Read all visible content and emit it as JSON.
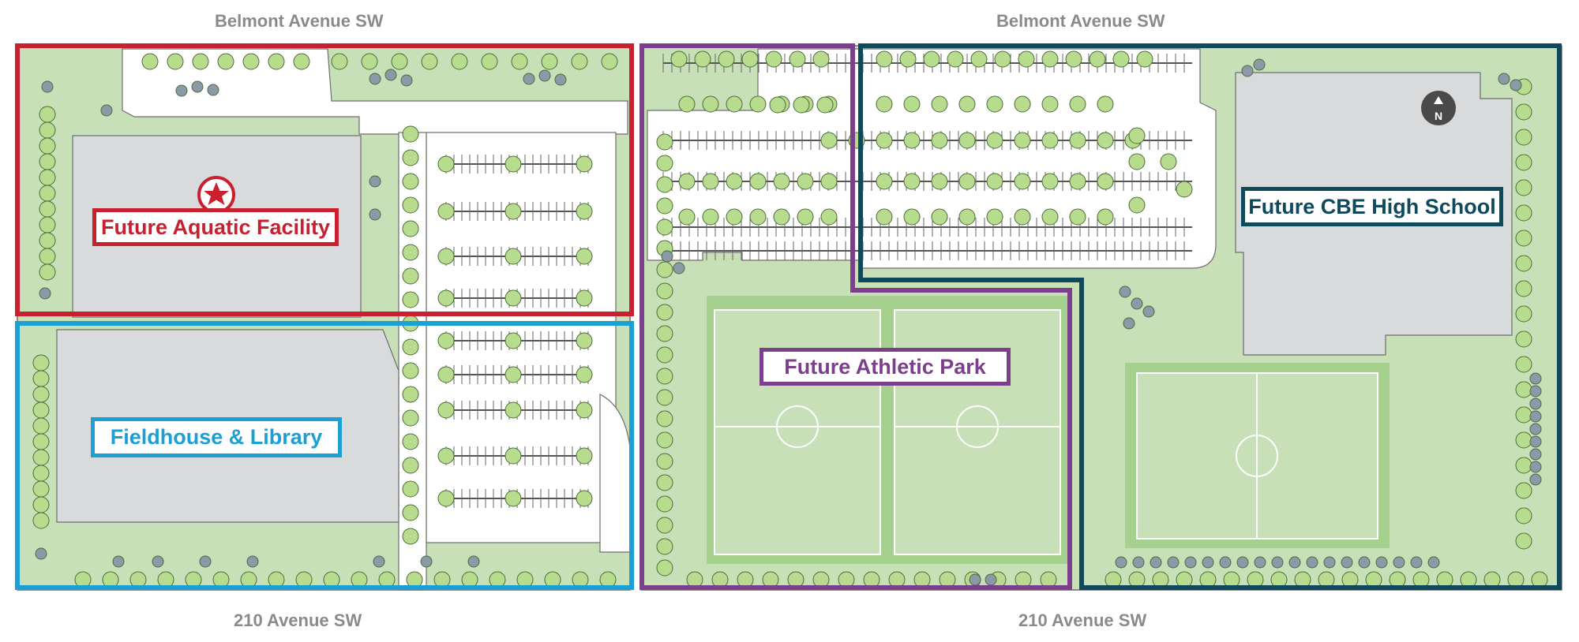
{
  "streets": {
    "north_left": "Belmont Avenue SW",
    "north_right": "Belmont Avenue SW",
    "south_left": "210 Avenue SW",
    "south_right": "210 Avenue SW"
  },
  "zones": {
    "aquatic": {
      "label": "Future Aquatic Facility",
      "color": "#c8202f"
    },
    "fieldhouse": {
      "label": "Fieldhouse & Library",
      "color": "#1aa0d4"
    },
    "athletic": {
      "label": "Future Athletic Park",
      "color": "#7b3f8c"
    },
    "highschool": {
      "label": "Future CBE  High School",
      "color": "#0e4a5c"
    }
  },
  "compass": {
    "letter": "N",
    "icon": "north-arrow-icon"
  },
  "star_icon": "star-location-icon",
  "colors": {
    "grass": "#c7e0b7",
    "building": "#d9dadc",
    "pavement": "#ffffff",
    "tree": "#b7dc8e",
    "tree_grey": "#8a9aa8",
    "field": "#a6d08e"
  }
}
